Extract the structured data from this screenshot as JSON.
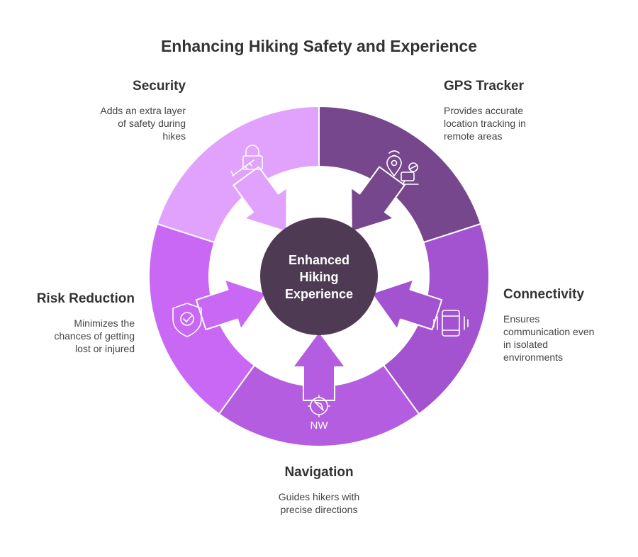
{
  "title": "Enhancing Hiking Safety and Experience",
  "center": {
    "lines": [
      "Enhanced",
      "Hiking",
      "Experience"
    ],
    "color": "#4e3a53"
  },
  "segments": [
    {
      "key": "gps",
      "title": "GPS Tracker",
      "lines": [
        "Provides accurate",
        "location tracking in",
        "remote areas"
      ],
      "color": "#77478d",
      "icon": "gps-location-icon"
    },
    {
      "key": "connectivity",
      "title": "Connectivity",
      "lines": [
        "Ensures",
        "communication even",
        "in isolated",
        "environments"
      ],
      "color": "#a352d0",
      "icon": "phone-signal-icon"
    },
    {
      "key": "navigation",
      "title": "Navigation",
      "lines": [
        "Guides hikers with",
        "precise directions"
      ],
      "color": "#b45de0",
      "icon": "compass-icon",
      "icon_text": "NW"
    },
    {
      "key": "risk",
      "title": "Risk Reduction",
      "lines": [
        "Minimizes the",
        "chances of getting",
        "lost or injured"
      ],
      "color": "#c868f5",
      "icon": "shield-check-icon"
    },
    {
      "key": "security",
      "title": "Security",
      "lines": [
        "Adds an extra layer",
        "of safety during",
        "hikes"
      ],
      "color": "#e0a2fc",
      "icon": "lock-key-icon"
    }
  ]
}
